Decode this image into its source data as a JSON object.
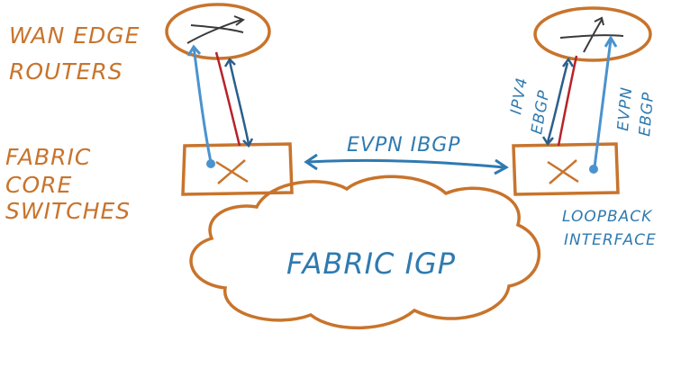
{
  "labels": {
    "wan_edge_line1": "WAN EDGE",
    "wan_edge_line2": "ROUTERS",
    "fabric_core_line1": "FABRIC",
    "fabric_core_line2": "CORE",
    "fabric_core_line3": "SWITCHES",
    "evpn_ibgp": "EVPN IBGP",
    "ipv4_ebgp_line1": "IPV4",
    "ipv4_ebgp_line2": "EBGP",
    "evpn_ebgp_line1": "EVPN",
    "evpn_ebgp_line2": "EBGP",
    "loopback_line1": "LOOPBACK",
    "loopback_line2": "INTERFACE",
    "fabric_igp": "FABRIC IGP"
  },
  "colors": {
    "orange": "#c8742c",
    "blue": "#2f7ab0",
    "link_blue": "#4a93cf",
    "red": "#b8222a",
    "dark": "#3a3a3a"
  },
  "icons": {
    "router": "router-icon",
    "switch": "switch-icon",
    "cloud": "cloud-shape"
  }
}
